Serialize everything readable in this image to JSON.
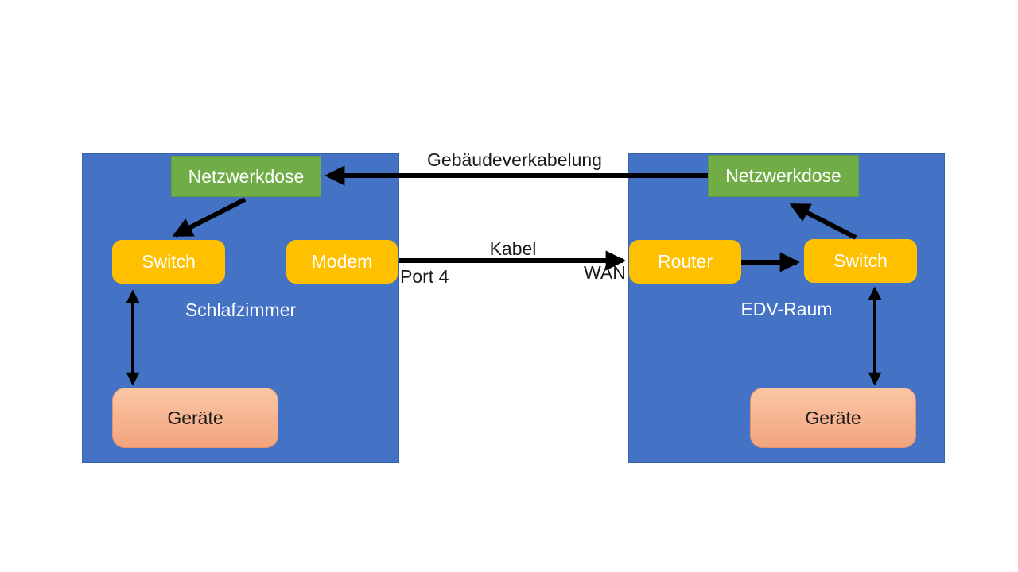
{
  "colors": {
    "room-fill": "#4472C4",
    "jack-fill": "#70AD47",
    "device-fill": "#FFC000",
    "endpoint-top": "#FBC6A4",
    "endpoint-bottom": "#F2A47E",
    "arrow": "#000000"
  },
  "rooms": {
    "left": {
      "label": "Schlafzimmer",
      "nodes": {
        "jack": "Netzwerkdose",
        "switch": "Switch",
        "modem": "Modem",
        "devices": "Geräte"
      }
    },
    "right": {
      "label": "EDV-Raum",
      "nodes": {
        "jack": "Netzwerkdose",
        "router": "Router",
        "switch": "Switch",
        "devices": "Geräte"
      }
    }
  },
  "edges": {
    "building_cabling": {
      "label": "Gebäudeverkabelung"
    },
    "cable": {
      "label": "Kabel",
      "from_port": "Port 4",
      "to_port": "WAN"
    }
  }
}
